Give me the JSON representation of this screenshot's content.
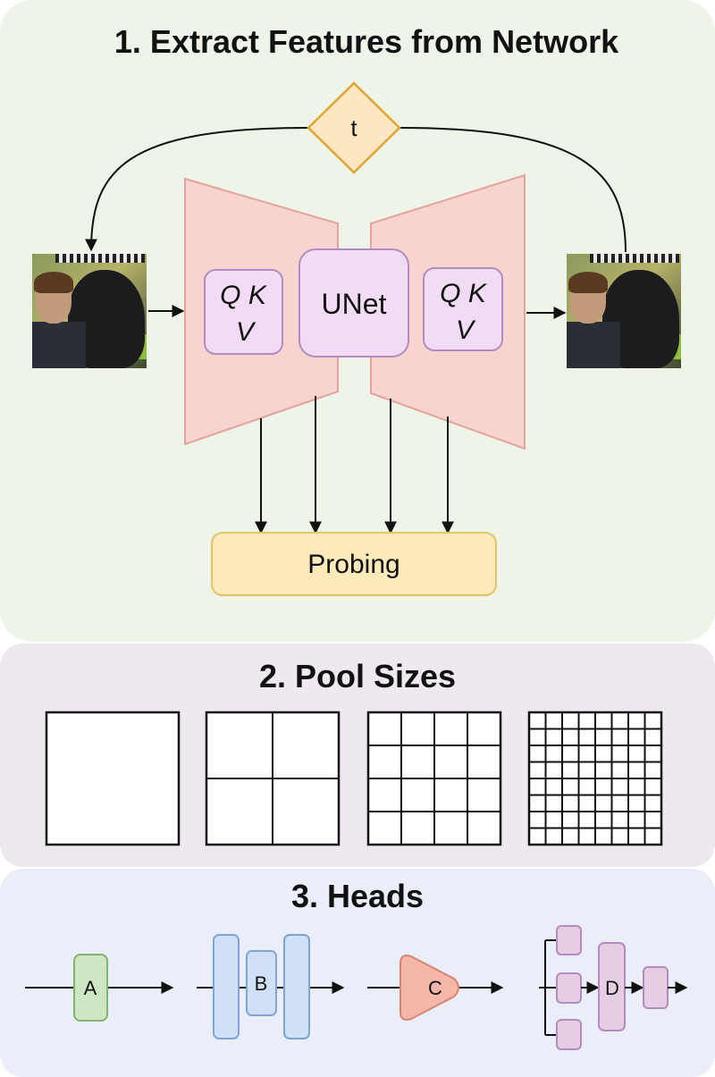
{
  "section1": {
    "title": "1. Extract Features from Network",
    "timestep_label": "t",
    "unet_label": "UNet",
    "qkv_left": {
      "line1": "Q K",
      "line2": "V"
    },
    "qkv_right": {
      "line1": "Q K",
      "line2": "V"
    },
    "probing_label": "Probing"
  },
  "section2": {
    "title": "2. Pool Sizes",
    "grids": [
      1,
      2,
      4,
      8
    ]
  },
  "section3": {
    "title": "3. Heads",
    "heads": [
      "A",
      "B",
      "C",
      "D"
    ]
  },
  "colors": {
    "panel1_bg": "#eef4e8",
    "panel2_bg": "#efe8f0",
    "panel3_bg": "#e9eef8",
    "encoder_fill": "#f7d4cf",
    "encoder_stroke": "#e6a39a",
    "attn_fill": "#f2dcf5",
    "attn_stroke": "#b48bc0",
    "probing_fill": "#fdeaba",
    "probing_stroke": "#e3c466",
    "timestep_fill": "#fde6c2",
    "timestep_stroke": "#e0a32c"
  }
}
